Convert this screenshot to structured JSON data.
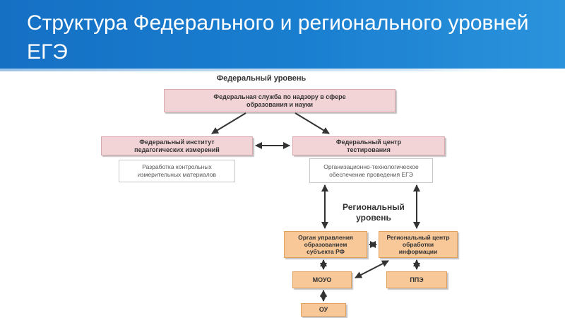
{
  "slide": {
    "title": "Структура Федерального и регионального уровней ЕГЭ"
  },
  "diagram": {
    "federal_level_label": "Федеральный уровень",
    "regional_level_label": "Региональный уровень",
    "rosobrnadzor": "Федеральная служба по надзору в сфере образования и науки",
    "fipi": "Федеральный институт педагогических измерений",
    "ftc": "Федеральный центр тестирования",
    "fipi_task": "Разработка контрольных измерительных материалов",
    "ftc_task": "Организационно-технологическое обеспечение проведения ЕГЭ",
    "regional_authority": "Орган управления образованием субъекта РФ",
    "rcoi": "Региональный центр обработки информации",
    "mouo": "МОУО",
    "ppe": "ППЭ",
    "ou": "ОУ"
  },
  "colors": {
    "banner": "#1a7fd0",
    "federal_box": "#f3d4d6",
    "regional_box": "#f8c899",
    "arrow": "#333333"
  }
}
